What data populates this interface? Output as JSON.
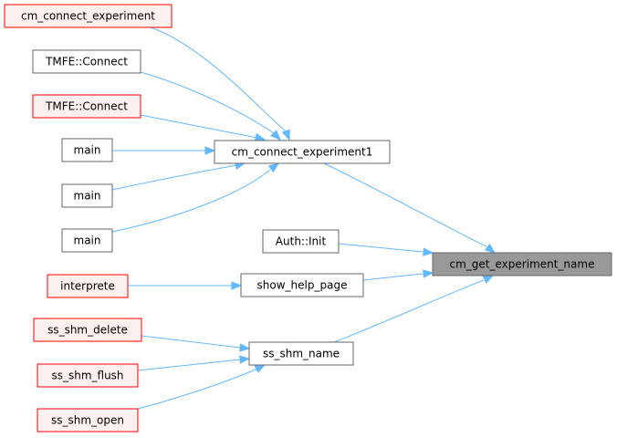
{
  "colors": {
    "edge": "#63b8ff",
    "node_normal_fill": "#ffffff",
    "node_normal_stroke": "#666666",
    "node_warn_fill": "#fff0f0",
    "node_warn_stroke": "#ff0000",
    "node_focus_fill": "#999999",
    "node_focus_stroke": "#666666"
  },
  "nodes": [
    {
      "id": "cm_connect_experiment",
      "label": "cm_connect_experiment",
      "style": "warn"
    },
    {
      "id": "tmfe_connect_a",
      "label": "TMFE::Connect",
      "style": "normal"
    },
    {
      "id": "tmfe_connect_b",
      "label": "TMFE::Connect",
      "style": "warn"
    },
    {
      "id": "main_a",
      "label": "main",
      "style": "normal"
    },
    {
      "id": "main_b",
      "label": "main",
      "style": "normal"
    },
    {
      "id": "main_c",
      "label": "main",
      "style": "normal"
    },
    {
      "id": "cm_connect_experiment1",
      "label": "cm_connect_experiment1",
      "style": "normal"
    },
    {
      "id": "auth_init",
      "label": "Auth::Init",
      "style": "normal"
    },
    {
      "id": "interprete",
      "label": "interprete",
      "style": "warn"
    },
    {
      "id": "show_help_page",
      "label": "show_help_page",
      "style": "normal"
    },
    {
      "id": "ss_shm_delete",
      "label": "ss_shm_delete",
      "style": "warn"
    },
    {
      "id": "ss_shm_flush",
      "label": "ss_shm_flush",
      "style": "warn"
    },
    {
      "id": "ss_shm_open",
      "label": "ss_shm_open",
      "style": "warn"
    },
    {
      "id": "ss_shm_name",
      "label": "ss_shm_name",
      "style": "normal"
    },
    {
      "id": "cm_get_experiment_name",
      "label": "cm_get_experiment_name",
      "style": "focus"
    }
  ],
  "edges": [
    {
      "from": "cm_connect_experiment",
      "to": "cm_connect_experiment1"
    },
    {
      "from": "tmfe_connect_a",
      "to": "cm_connect_experiment1"
    },
    {
      "from": "tmfe_connect_b",
      "to": "cm_connect_experiment1"
    },
    {
      "from": "main_a",
      "to": "cm_connect_experiment1"
    },
    {
      "from": "main_b",
      "to": "cm_connect_experiment1"
    },
    {
      "from": "main_c",
      "to": "cm_connect_experiment1"
    },
    {
      "from": "cm_connect_experiment1",
      "to": "cm_get_experiment_name"
    },
    {
      "from": "auth_init",
      "to": "cm_get_experiment_name"
    },
    {
      "from": "interprete",
      "to": "show_help_page"
    },
    {
      "from": "show_help_page",
      "to": "cm_get_experiment_name"
    },
    {
      "from": "ss_shm_delete",
      "to": "ss_shm_name"
    },
    {
      "from": "ss_shm_flush",
      "to": "ss_shm_name"
    },
    {
      "from": "ss_shm_open",
      "to": "ss_shm_name"
    },
    {
      "from": "ss_shm_name",
      "to": "cm_get_experiment_name"
    }
  ]
}
